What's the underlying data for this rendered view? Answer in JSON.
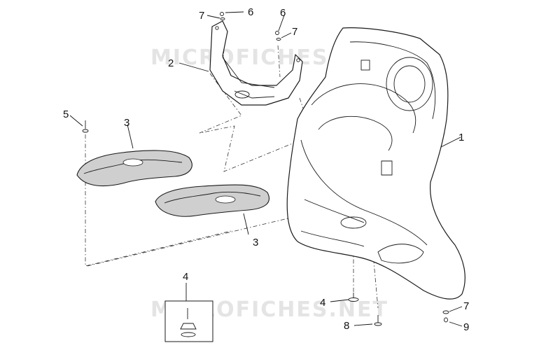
{
  "watermark": "MICROFICHES.NET",
  "callouts": {
    "p1": "1",
    "p2": "2",
    "p3a": "3",
    "p3b": "3",
    "p4a": "4",
    "p4b": "4",
    "p5": "5",
    "p6a": "6",
    "p6b": "6",
    "p7a": "7",
    "p7b": "7",
    "p7c": "7",
    "p8": "8",
    "p9": "9"
  }
}
